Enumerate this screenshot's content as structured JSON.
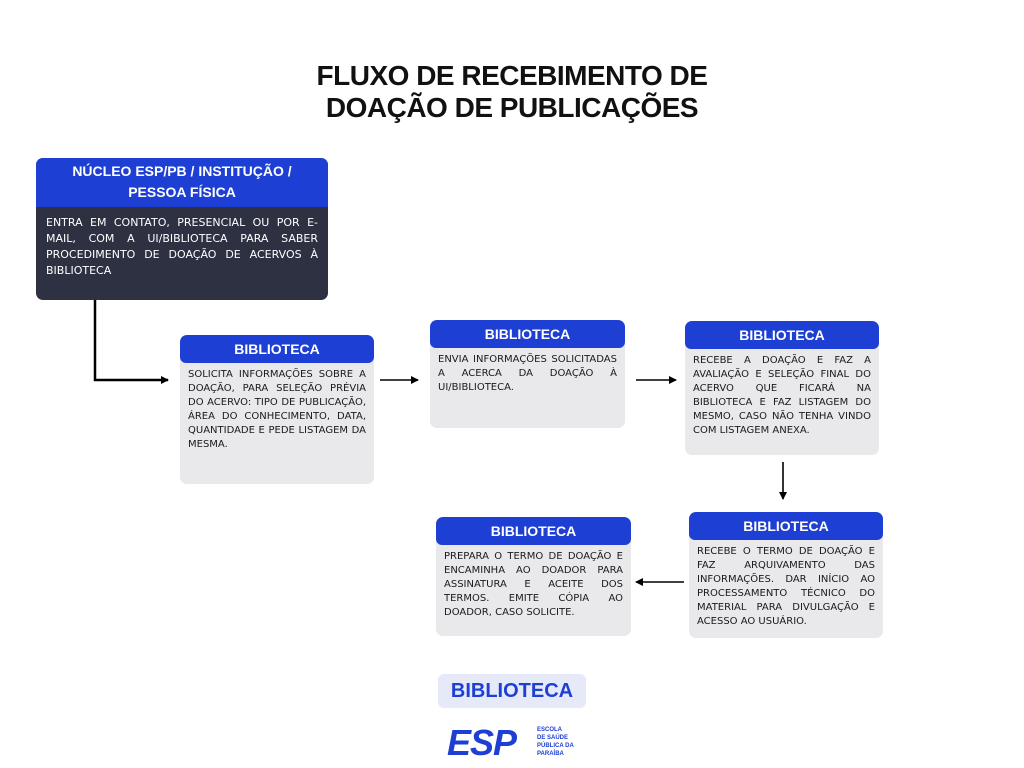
{
  "title": {
    "line1": "FLUXO DE RECEBIMENTO DE",
    "line2": "DOAÇÃO DE PUBLICAÇÕES"
  },
  "nodes": {
    "origin": {
      "header": "NÚCLEO ESP/PB /  INSTITUÇÃO / PESSOA FÍSICA",
      "body": "ENTRA EM CONTATO, PRESENCIAL OU POR E-MAIL, COM A UI/BIBLIOTECA PARA SABER PROCEDIMENTO DE DOAÇÃO DE ACERVOS À BIBLIOTECA"
    },
    "step1": {
      "header": "BIBLIOTECA",
      "body": "SOLICITA INFORMAÇÕES SOBRE A DOAÇÃO, PARA SELEÇÃO PRÉVIA DO ACERVO: TIPO DE PUBLICAÇÃO, ÁREA DO CONHECIMENTO, DATA, QUANTIDADE E PEDE LISTAGEM DA MESMA."
    },
    "step2": {
      "header": "BIBLIOTECA",
      "body": "ENVIA INFORMAÇÕES SOLICITADAS A ACERCA DA DOAÇÃO À UI/BIBLIOTECA."
    },
    "step3": {
      "header": "BIBLIOTECA",
      "body": "RECEBE A DOAÇÃO E FAZ A AVALIAÇÃO E SELEÇÃO FINAL DO ACERVO QUE FICARÁ NA BIBLIOTECA E FAZ LISTAGEM DO MESMO, CASO NÃO TENHA VINDO COM LISTAGEM ANEXA."
    },
    "step4": {
      "header": "BIBLIOTECA",
      "body": "RECEBE O TERMO DE DOAÇÃO E FAZ ARQUIVAMENTO DAS INFORMAÇÕES. DAR INÍCIO AO PROCESSAMENTO TÉCNICO DO MATERIAL PARA DIVULGAÇÃO E ACESSO AO USUÁRIO."
    },
    "step5": {
      "header": "BIBLIOTECA",
      "body": "PREPARA O TERMO DE DOAÇÃO E ENCAMINHA AO DOADOR PARA ASSINATURA E ACEITE DOS TERMOS. EMITE CÓPIA AO DOADOR, CASO SOLICITE."
    }
  },
  "edges": [
    {
      "from": "origin",
      "to": "step1"
    },
    {
      "from": "step1",
      "to": "step2"
    },
    {
      "from": "step2",
      "to": "step3"
    },
    {
      "from": "step3",
      "to": "step4"
    },
    {
      "from": "step4",
      "to": "step5"
    }
  ],
  "footer": {
    "badge": "BIBLIOTECA",
    "logo_text": "ESP",
    "logo_sub": [
      "ESCOLA",
      "DE SAÚDE",
      "PÚBLICA DA",
      "PARAÍBA"
    ]
  },
  "colors": {
    "header_blue": "#1e3fd4",
    "dark_box": "#2d3142",
    "light_box": "#e9e9ec"
  }
}
